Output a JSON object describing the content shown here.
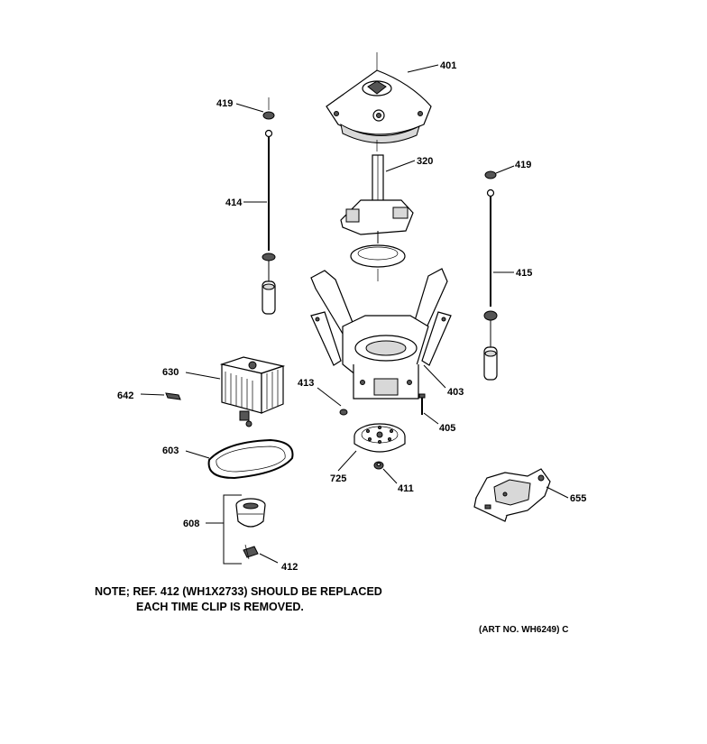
{
  "labels": {
    "l401": "401",
    "l419a": "419",
    "l419b": "419",
    "l320": "320",
    "l414": "414",
    "l415": "415",
    "l630": "630",
    "l642": "642",
    "l413": "413",
    "l403": "403",
    "l405": "405",
    "l603": "603",
    "l725": "725",
    "l411": "411",
    "l655": "655",
    "l608": "608",
    "l412": "412"
  },
  "note": {
    "line1": "NOTE; REF. 412 (WH1X2733) SHOULD BE REPLACED",
    "line2": "EACH TIME CLIP IS REMOVED."
  },
  "art_no": "(ART NO. WH6249) C"
}
